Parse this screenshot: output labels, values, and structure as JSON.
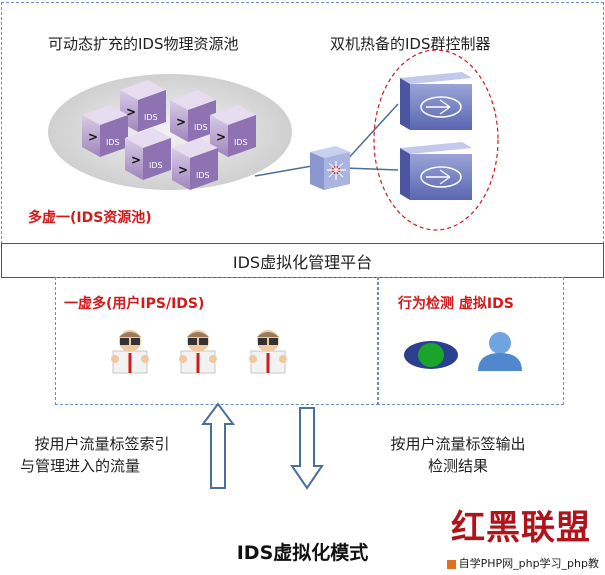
{
  "top": {
    "pool_title": "可动态扩充的IDS物理资源池",
    "controller_title": "双机热备的IDS群控制器",
    "pool_label": "多虚一(IDS资源池)",
    "ids_chip_text": "IDS"
  },
  "platform": {
    "label": "IDS虚拟化管理平台"
  },
  "bottom": {
    "left_label": "一虚多(用户IPS/IDS)",
    "right_label": "行为检测 虚拟IDS"
  },
  "arrows": {
    "left_text_line1": "按用户流量标签索引",
    "left_text_line2": "与管理进入的流量",
    "right_text_line1": "按用户流量标签输出",
    "right_text_line2": "检测结果"
  },
  "title": "IDS虚拟化模式",
  "watermark": {
    "logo": "红黑联盟",
    "site": "自学PHP网_php学习_php教"
  },
  "colors": {
    "accent_red": "#d21a1a",
    "dashed_blue": "#6a8fc8",
    "arrow_blue": "#4a6f9a",
    "cloud_bg": "#d8d8d8"
  }
}
